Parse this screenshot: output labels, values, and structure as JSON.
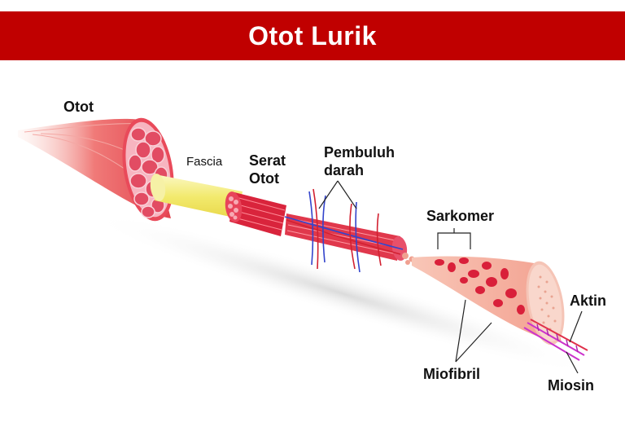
{
  "title": "Otot Lurik",
  "labels": {
    "otot": "Otot",
    "fascia": "Fascia",
    "serat_line1": "Serat",
    "serat_line2": "Otot",
    "pembuluh_line1": "Pembuluh",
    "pembuluh_line2": "darah",
    "sarkomer": "Sarkomer",
    "aktin": "Aktin",
    "miofibril": "Miofibril",
    "miosin": "Miosin"
  },
  "colors": {
    "header": "#c00000",
    "muscle": "#e8505a",
    "muscle_light": "#f6b3a9",
    "fascia": "#f4ef8a",
    "vessel_blue": "#3344cc",
    "vessel_red": "#d22030",
    "actin_myosin": "#cc33cc"
  }
}
